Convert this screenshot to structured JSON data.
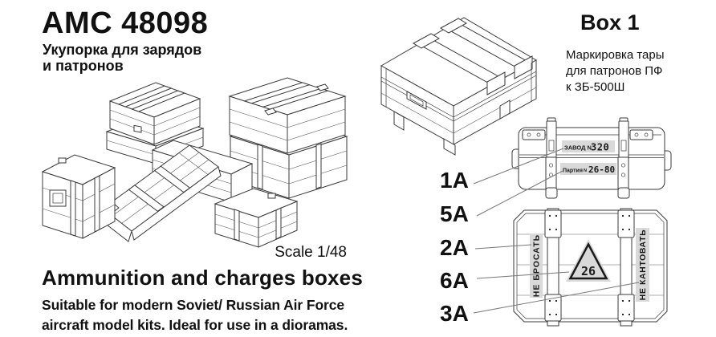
{
  "header": {
    "product_code": "АМС 48098",
    "subtitle_line1": "Укупорка для зарядов",
    "subtitle_line2": "и патронов"
  },
  "left_section": {
    "scale": "Scale 1/48",
    "heading": "Ammunition and charges boxes",
    "description_line1": "Suitable for modern Soviet/ Russian Air Force",
    "description_line2": "aircraft model kits. Ideal for use in a dioramas."
  },
  "right_section": {
    "box_title": "Box 1",
    "note_line1": "Маркировка тары",
    "note_line2": "для патронов ПФ",
    "note_line3": "к ЗБ-500Ш"
  },
  "markings": {
    "factory_prefix": "ЗАВОД N",
    "factory_number": "320",
    "batch_prefix": "Партия",
    "batch_n": "N",
    "batch_number": "26-80",
    "do_not_throw": "НЕ БРОСАТЬ",
    "do_not_tilt": "НЕ КАНТОВАТЬ",
    "triangle_number": "26"
  },
  "part_labels": [
    "1А",
    "5А",
    "2А",
    "6А",
    "3А"
  ],
  "colors": {
    "ink": "#111111",
    "drawing_line": "#3a3a3a",
    "plate_background": "#d9d9d9"
  }
}
